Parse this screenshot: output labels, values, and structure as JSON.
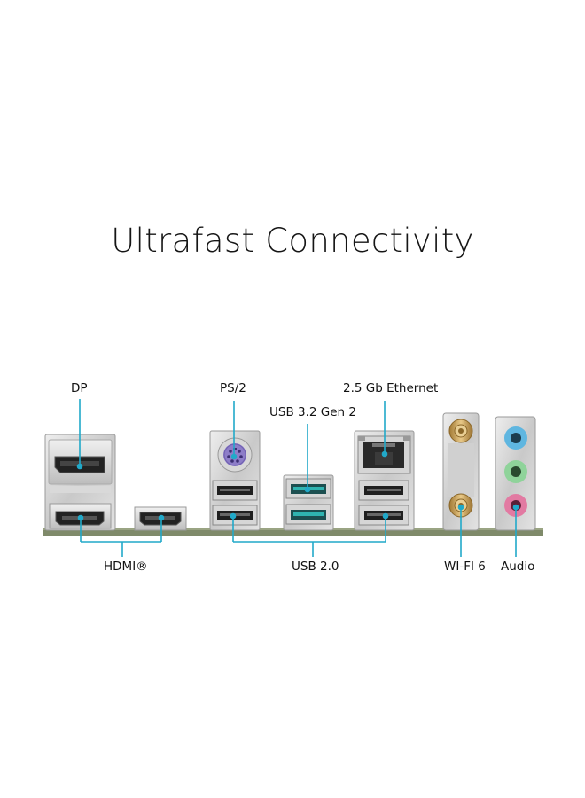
{
  "title": "Ultrafast Connectivity",
  "labels": {
    "dp": "DP",
    "ps2": "PS/2",
    "usb32": "USB 3.2 Gen 2",
    "ethernet": "2.5 Gb Ethernet",
    "hdmi": "HDMI®",
    "usb20": "USB 2.0",
    "wifi": "WI-FI 6",
    "audio": "Audio"
  },
  "colors": {
    "callout_line": "#21a9c9",
    "usb32_port": "#2fb4b0",
    "ps2_port": "#8d7dc8",
    "audio_line_in": "#5fb6e0",
    "audio_line_out": "#8fd39a",
    "audio_mic": "#e27aa2",
    "antenna_gold": "#c9a25a"
  }
}
